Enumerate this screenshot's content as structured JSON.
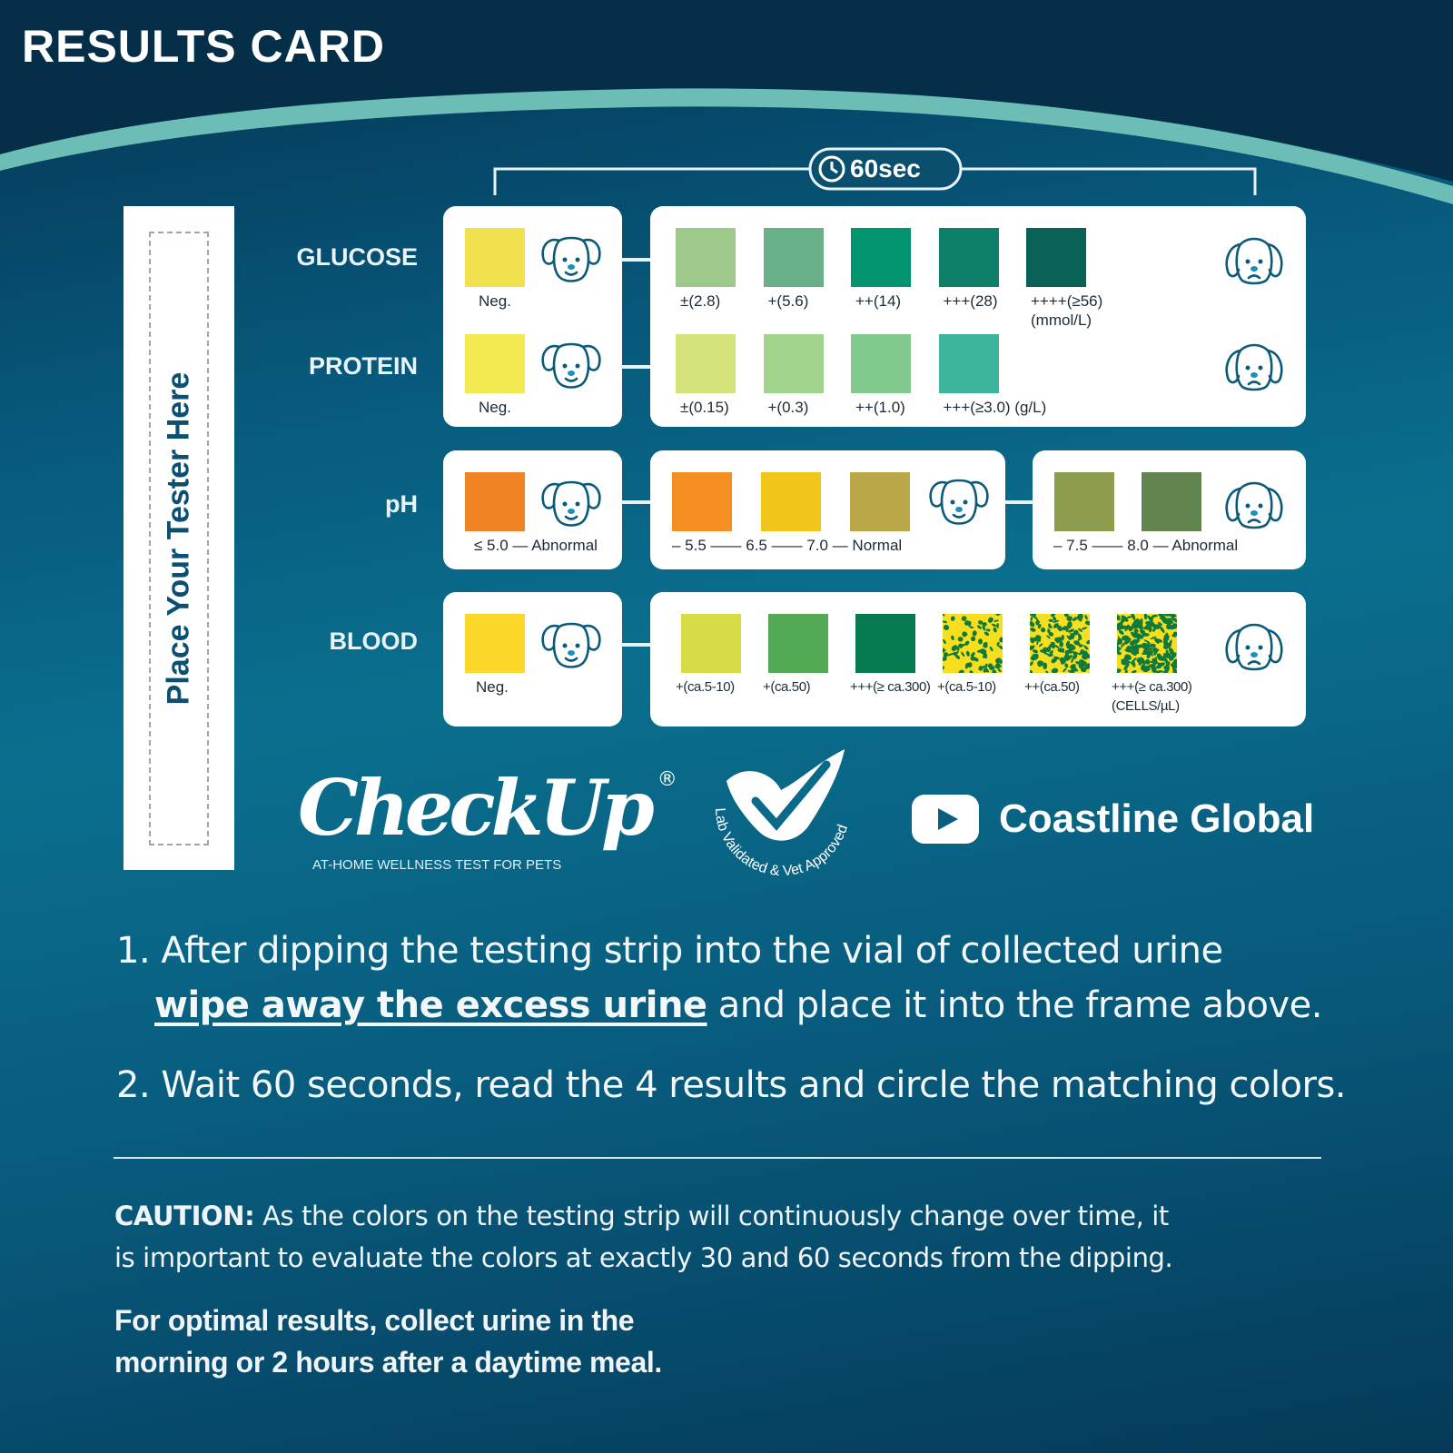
{
  "title": "RESULTS CARD",
  "timer": {
    "label": "60sec",
    "icon": "clock-icon"
  },
  "strip_holder": {
    "text": "Place Your Tester Here"
  },
  "rows": {
    "glucose": {
      "label": "GLUCOSE",
      "neg": {
        "color": "#f2e14e",
        "label": "Neg."
      },
      "swatches": [
        {
          "color": "#9dca8a",
          "label": "±(2.8)"
        },
        {
          "color": "#68b087",
          "label": "+(5.6)"
        },
        {
          "color": "#00956e",
          "label": "++(14)"
        },
        {
          "color": "#0e8068",
          "label": "+++(28)"
        },
        {
          "color": "#086255",
          "label": "++++(≥56)\n(mmol/L)"
        }
      ]
    },
    "protein": {
      "label": "PROTEIN",
      "neg": {
        "color": "#f2ea50",
        "label": "Neg."
      },
      "swatches": [
        {
          "color": "#d4e27a",
          "label": "±(0.15)"
        },
        {
          "color": "#a2d38d",
          "label": "+(0.3)"
        },
        {
          "color": "#82c98e",
          "label": "++(1.0)"
        },
        {
          "color": "#3cb59a",
          "label": "+++(≥3.0) (g/L)"
        }
      ]
    },
    "ph": {
      "label": "pH",
      "neg": {
        "color": "#f08424",
        "label": "≤ 5.0 — Abnormal"
      },
      "normal": {
        "colors": [
          "#f58f22",
          "#f2c51a",
          "#bba848"
        ],
        "label": "– 5.5 —— 6.5 —— 7.0 — Normal"
      },
      "high": {
        "colors": [
          "#8c9e4e",
          "#62844e"
        ],
        "label": "– 7.5 —— 8.0 — Abnormal"
      }
    },
    "blood": {
      "label": "BLOOD",
      "neg": {
        "color": "#fbd829",
        "label": "Neg."
      },
      "swatches": [
        {
          "color": "#d6dc46",
          "label": "+(ca.5-10)"
        },
        {
          "color": "#52aa55",
          "label": "+(ca.50)"
        },
        {
          "color": "#047a4e",
          "label": "+++(≥ ca.300)"
        },
        {
          "color": "#f7de1e",
          "spots": 0.25,
          "label": "+(ca.5-10)"
        },
        {
          "color": "#f7de1e",
          "spots": 0.5,
          "label": "++(ca.50)"
        },
        {
          "color": "#f7de1e",
          "spots": 0.8,
          "label": "+++(≥ ca.300)\n(CELLS/µL)"
        }
      ]
    }
  },
  "spot_color": "#0f7a3c",
  "brand": {
    "name": "CheckUp",
    "reg": "®",
    "tagline": "AT-HOME WELLNESS TEST FOR PETS",
    "badge": "Lab Validated & Vet Approved",
    "channel": "Coastline Global",
    "channel_icon": "youtube-icon"
  },
  "instructions": {
    "step1_a": "1. After dipping the testing strip into the vial of collected urine",
    "step1_b_underlined": "wipe away the excess urine",
    "step1_b_rest": " and place it into the frame above.",
    "step2": "2. Wait 60 seconds, read the 4 results and circle the matching colors."
  },
  "caution": {
    "label": "CAUTION:",
    "line1": " As the colors on the testing strip will continuously change over time, it",
    "line2": "is important to evaluate the colors at exactly 30 and 60 seconds from the dipping."
  },
  "tip": {
    "line1": "For optimal results, collect urine in the",
    "line2": "morning or 2 hours after a daytime meal."
  }
}
